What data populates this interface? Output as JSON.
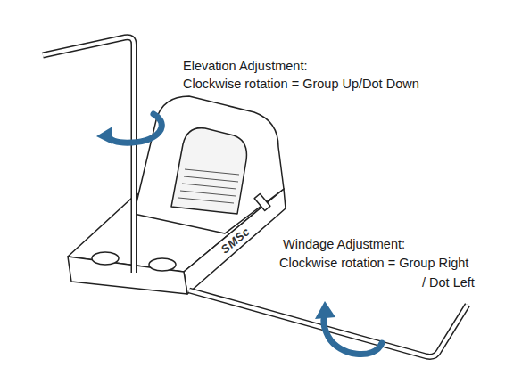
{
  "diagram": {
    "labels": [
      "Elevation Adjustment:",
      "Clockwise rotation = Group Up/Dot Down",
      "SMSc",
      "Windage Adjustment:",
      "Clockwise rotation = Group Right",
      "/ Dot Left"
    ]
  }
}
